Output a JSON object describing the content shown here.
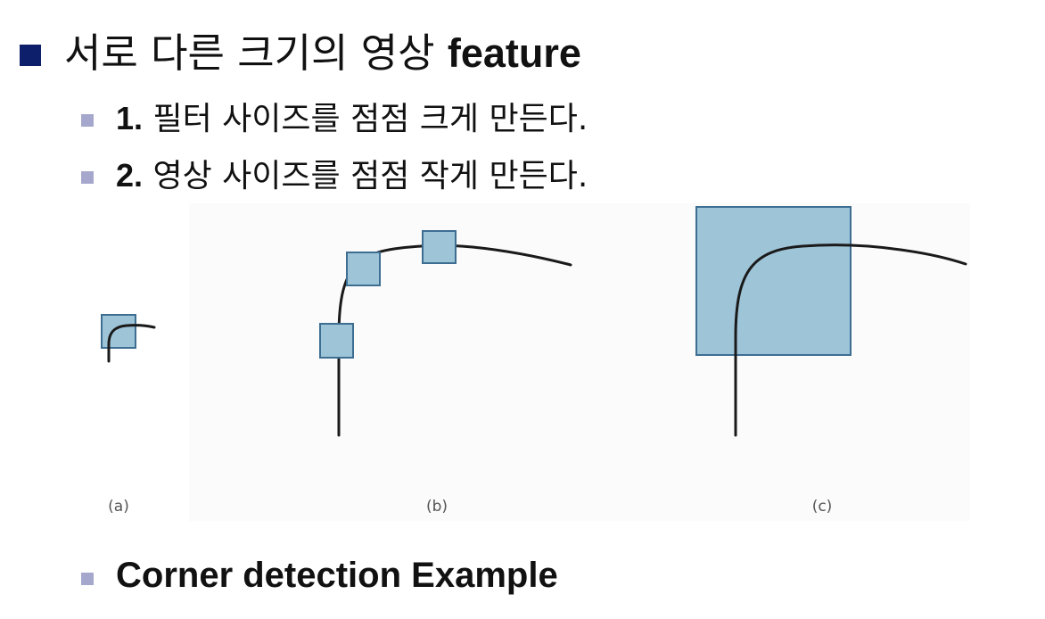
{
  "heading": {
    "text_ko": "서로 다른 크기의 영상",
    "text_en": "feature"
  },
  "items": [
    {
      "number": "1.",
      "text": "필터 사이즈를 점점 크게 만든다."
    },
    {
      "number": "2.",
      "text": "영상 사이즈를 점점 작게 만든다."
    }
  ],
  "figure": {
    "captions": [
      "(a)",
      "(b)",
      "(c)"
    ]
  },
  "footer_item": {
    "text": "Corner detection Example"
  },
  "colors": {
    "main_bullet": "#0d1f6b",
    "sub_bullet": "#a5a8cc",
    "window_fill": "#9ec4d8",
    "window_stroke": "#3d6e92",
    "curve": "#1a1a1a"
  },
  "icons": {
    "main_bullet": "square-bullet-icon",
    "sub_bullet": "square-bullet-icon"
  }
}
